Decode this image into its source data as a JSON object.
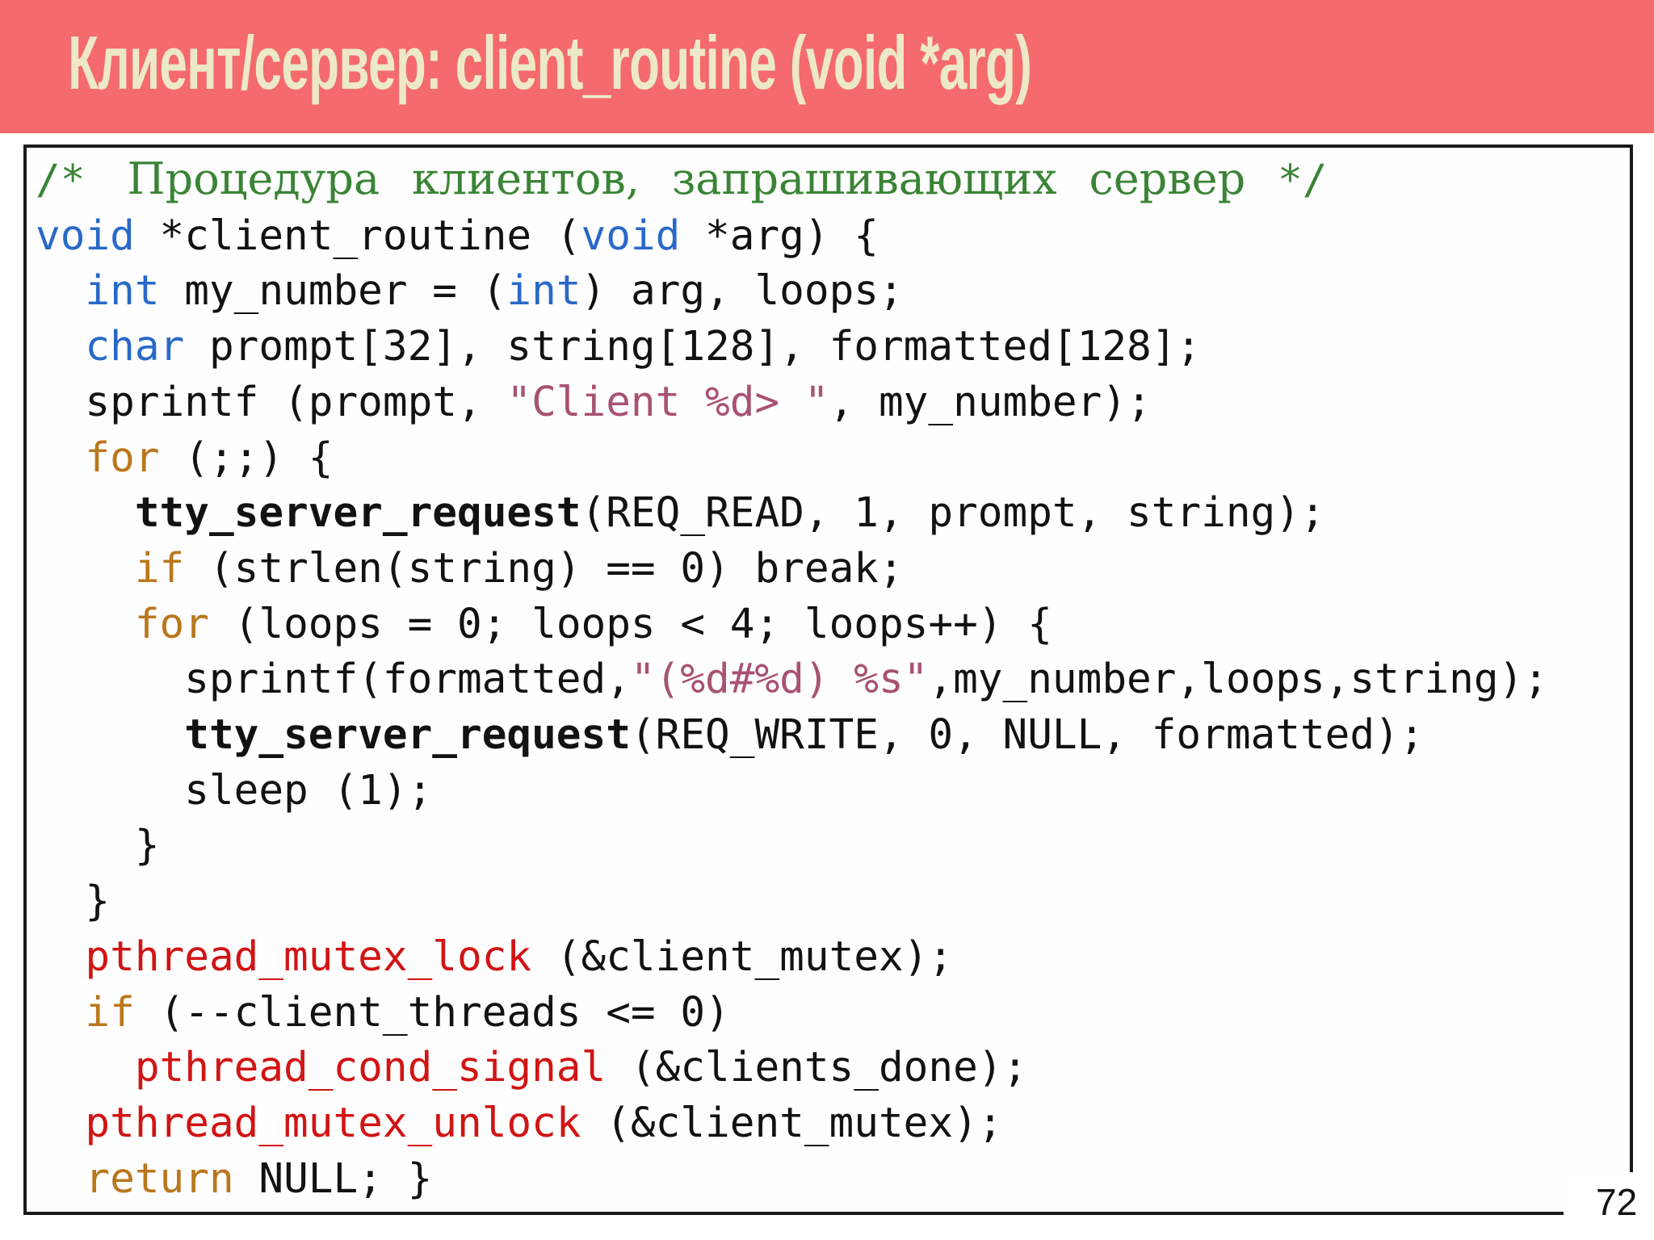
{
  "slide": {
    "title": "Клиент/сервер: client_routine (void *arg)",
    "page_number": "72"
  },
  "colors": {
    "header-bg": "#f56a6c",
    "title-text": "#ede8c8",
    "border-black": "#1a1a1a",
    "code-black": "#121212",
    "keyword-blue": "#2869c8",
    "control-orange": "#b9771c",
    "function-red": "#d11414",
    "string-rose": "#a85273",
    "comment-green": "#3a8435"
  },
  "code": {
    "lines": [
      {
        "segments": [
          {
            "t": "/* ",
            "s": "cmt-mono"
          },
          {
            "t": "Процедура клиентов, запрашивающих сервер ",
            "s": "cmt"
          },
          {
            "t": "*/",
            "s": "cmt-mono"
          }
        ]
      },
      {
        "segments": [
          {
            "t": "void",
            "s": "kw"
          },
          {
            "t": " *client_routine ("
          },
          {
            "t": "void",
            "s": "kw"
          },
          {
            "t": " *arg) {"
          }
        ]
      },
      {
        "segments": [
          {
            "t": "  "
          },
          {
            "t": "int",
            "s": "kw"
          },
          {
            "t": " my_number = ("
          },
          {
            "t": "int",
            "s": "kw"
          },
          {
            "t": ") arg, loops;"
          }
        ]
      },
      {
        "segments": [
          {
            "t": "  "
          },
          {
            "t": "char",
            "s": "kw"
          },
          {
            "t": " prompt[32], string[128], formatted[128];"
          }
        ]
      },
      {
        "segments": [
          {
            "t": "  sprintf (prompt, "
          },
          {
            "t": "\"Client %d> \"",
            "s": "str"
          },
          {
            "t": ", my_number);"
          }
        ]
      },
      {
        "segments": [
          {
            "t": "  "
          },
          {
            "t": "for",
            "s": "ctrl"
          },
          {
            "t": " (;;) {"
          }
        ]
      },
      {
        "segments": [
          {
            "t": "    "
          },
          {
            "t": "tty_server_request",
            "s": "bold"
          },
          {
            "t": "(REQ_READ, 1, prompt, string);"
          }
        ]
      },
      {
        "segments": [
          {
            "t": "    "
          },
          {
            "t": "if",
            "s": "ctrl"
          },
          {
            "t": " (strlen(string) == 0) break;"
          }
        ]
      },
      {
        "segments": [
          {
            "t": "    "
          },
          {
            "t": "for",
            "s": "ctrl"
          },
          {
            "t": " (loops = 0; loops < 4; loops++) {"
          }
        ]
      },
      {
        "segments": [
          {
            "t": "      sprintf(formatted,"
          },
          {
            "t": "\"(%d#%d) %s\"",
            "s": "str"
          },
          {
            "t": ",my_number,loops,string);"
          }
        ]
      },
      {
        "segments": [
          {
            "t": "      "
          },
          {
            "t": "tty_server_request",
            "s": "bold"
          },
          {
            "t": "(REQ_WRITE, 0, NULL, formatted);"
          }
        ]
      },
      {
        "segments": [
          {
            "t": "      sleep (1);"
          }
        ]
      },
      {
        "segments": [
          {
            "t": "    }"
          }
        ]
      },
      {
        "segments": [
          {
            "t": "  }"
          }
        ]
      },
      {
        "segments": [
          {
            "t": "  "
          },
          {
            "t": "pthread_mutex_lock",
            "s": "fn"
          },
          {
            "t": " (&client_mutex);"
          }
        ]
      },
      {
        "segments": [
          {
            "t": "  "
          },
          {
            "t": "if",
            "s": "ctrl"
          },
          {
            "t": " (--client_threads <= 0)"
          }
        ]
      },
      {
        "segments": [
          {
            "t": "    "
          },
          {
            "t": "pthread_cond_signal",
            "s": "fn"
          },
          {
            "t": " (&clients_done);"
          }
        ]
      },
      {
        "segments": [
          {
            "t": "  "
          },
          {
            "t": "pthread_mutex_unlock",
            "s": "fn"
          },
          {
            "t": " (&client_mutex);"
          }
        ]
      },
      {
        "segments": [
          {
            "t": "  "
          },
          {
            "t": "return",
            "s": "ctrl"
          },
          {
            "t": " NULL; }"
          }
        ]
      }
    ]
  }
}
